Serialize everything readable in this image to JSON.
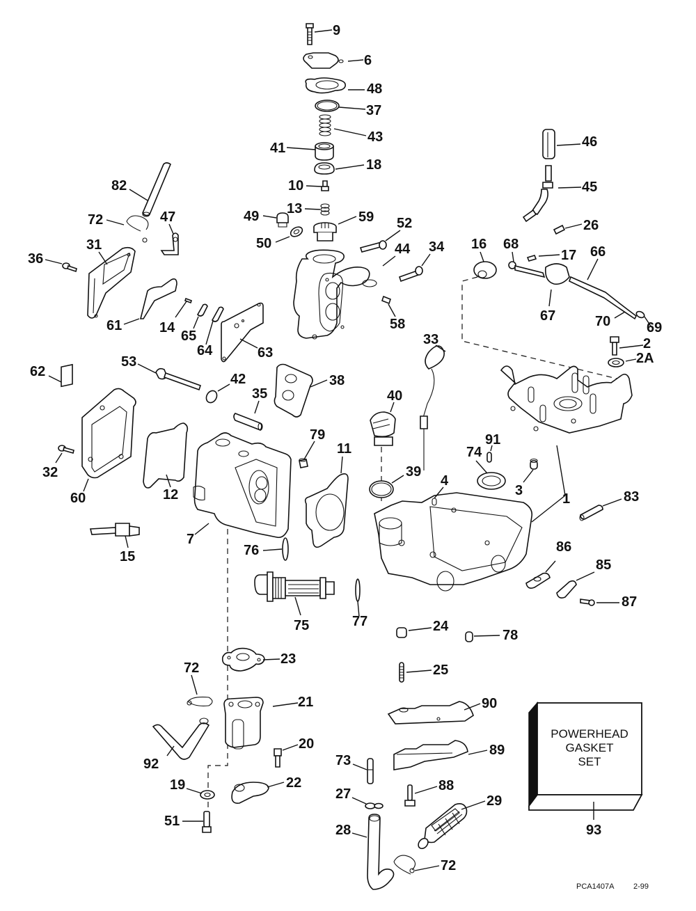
{
  "diagram": {
    "title": "Powerhead exploded parts diagram",
    "callouts": {
      "c1": "1",
      "c2": "2",
      "c2A": "2A",
      "c3": "3",
      "c4": "4",
      "c6": "6",
      "c7": "7",
      "c9": "9",
      "c10": "10",
      "c11": "11",
      "c12": "12",
      "c13": "13",
      "c14": "14",
      "c15": "15",
      "c16": "16",
      "c17": "17",
      "c18": "18",
      "c19": "19",
      "c20": "20",
      "c21": "21",
      "c22": "22",
      "c23": "23",
      "c24": "24",
      "c25": "25",
      "c26": "26",
      "c27": "27",
      "c28": "28",
      "c29": "29",
      "c31": "31",
      "c32": "32",
      "c33": "33",
      "c34": "34",
      "c35": "35",
      "c36": "36",
      "c37": "37",
      "c38": "38",
      "c39": "39",
      "c40": "40",
      "c41": "41",
      "c42": "42",
      "c43": "43",
      "c44": "44",
      "c45": "45",
      "c46": "46",
      "c47": "47",
      "c48": "48",
      "c49": "49",
      "c50": "50",
      "c51": "51",
      "c52": "52",
      "c53": "53",
      "c58": "58",
      "c59": "59",
      "c60": "60",
      "c61": "61",
      "c62": "62",
      "c63": "63",
      "c64": "64",
      "c65": "65",
      "c66": "66",
      "c67": "67",
      "c68": "68",
      "c69": "69",
      "c70": "70",
      "c72a": "72",
      "c72b": "72",
      "c72c": "72",
      "c73": "73",
      "c74": "74",
      "c75": "75",
      "c76": "76",
      "c77": "77",
      "c78": "78",
      "c79": "79",
      "c82": "82",
      "c83": "83",
      "c85": "85",
      "c86": "86",
      "c87": "87",
      "c88": "88",
      "c89": "89",
      "c90": "90",
      "c91": "91",
      "c92": "92",
      "c93": "93"
    },
    "gasket_set_box": {
      "line1": "POWERHEAD",
      "line2": "GASKET",
      "line3": "SET",
      "part_number": "93"
    },
    "footer": {
      "figure_code": "PCA1407A",
      "date": "2-99"
    }
  }
}
